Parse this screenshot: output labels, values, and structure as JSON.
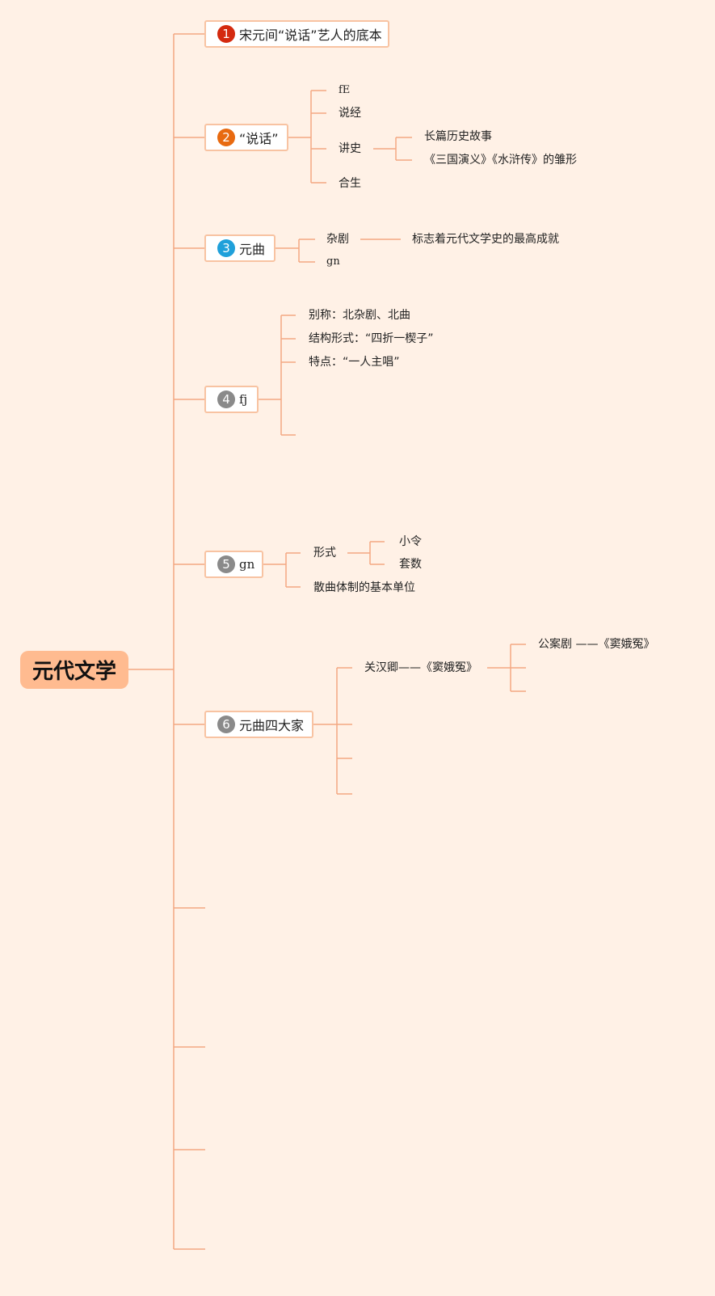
{
  "root": "元代文学",
  "accent": "#FFBB90",
  "line_color": "#F4A882",
  "branches": [
    {
      "num": "1",
      "num_color": "#D42A0F",
      "label": "宋元间“说话”艺人的底本"
    },
    {
      "num": "2",
      "num_color": "#E86A10",
      "label": "“说话”"
    },
    {
      "num": "3",
      "num_color": "#1FA0DA",
      "label": "元曲"
    },
    {
      "num": "4",
      "num_color": "#8A8A8A",
      "label": "fj"
    },
    {
      "num": "5",
      "num_color": "#8A8A8A",
      "label": "gn"
    },
    {
      "num": "6",
      "num_color": "#8A8A8A",
      "label": "元曲四大家"
    }
  ],
  "shuohua": {
    "items": [
      "fE",
      "说经",
      "讲史",
      "合生"
    ],
    "jiangshi": [
      "长篇历史故事",
      "《三国演义》《水浒传》的雏形"
    ]
  },
  "yuanqu": {
    "zaju": "杂剧",
    "zaju_note": "标志着元代文学史的最高成就",
    "gn": "gn"
  },
  "fj": [
    "别称：北杂剧、北曲",
    "结构形式：“四折一楔子”",
    "特点：“一人主唱”"
  ],
  "gn_branch": {
    "xingshi": "形式",
    "forms": [
      "小令",
      "套数"
    ],
    "unit": "散曲体制的基本单位"
  },
  "sidajia": {
    "guan": "关汉卿——《窦娥冤》",
    "guan_child": "公案剧 ——《窦娥冤》"
  }
}
